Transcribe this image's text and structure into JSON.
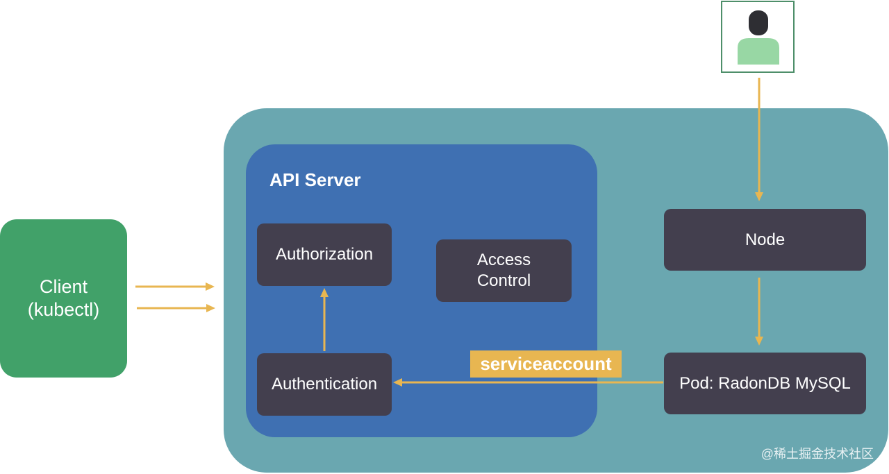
{
  "client": {
    "line1": "Client",
    "line2": "(kubectl)"
  },
  "api_server": {
    "title": "API Server"
  },
  "boxes": {
    "authorization": "Authorization",
    "access_control_line1": "Access",
    "access_control_line2": "Control",
    "authentication": "Authentication",
    "node": "Node",
    "pod": "Pod: RadonDB MySQL"
  },
  "edge_labels": {
    "serviceaccount": "serviceaccount"
  },
  "watermark": "@稀土掘金技术社区",
  "icons": {
    "user": "user-avatar-icon"
  },
  "colors": {
    "cluster": "#6aa7b0",
    "api_server": "#3f70b2",
    "box": "#433f4e",
    "client": "#41a169",
    "arrow": "#e8b651"
  }
}
